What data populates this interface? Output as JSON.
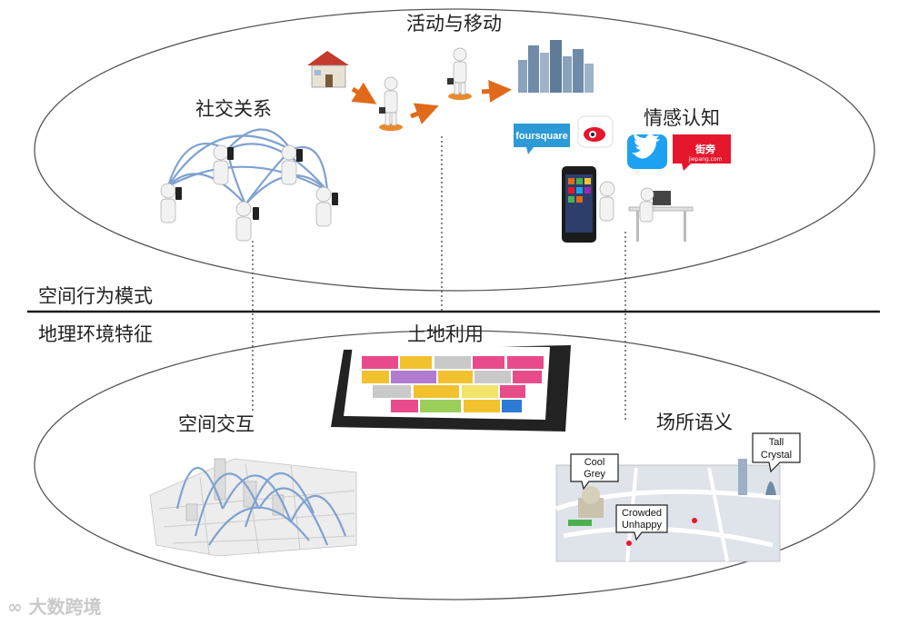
{
  "top_section": {
    "label": "空间行为模式",
    "nodes": {
      "activity": "活动与移动",
      "social": "社交关系",
      "emotion": "情感认知"
    }
  },
  "bottom_section": {
    "label": "地理环境特征",
    "nodes": {
      "landuse": "土地利用",
      "interaction": "空间交互",
      "semantics": "场所语义"
    }
  },
  "apps": {
    "foursquare": "foursquare",
    "jiepang": "街旁",
    "jiepang_url": "jiepang.com"
  },
  "bubbles": {
    "cool": [
      "Cool",
      "Grey"
    ],
    "tall": [
      "Tall",
      "Crystal"
    ],
    "crowded": [
      "Crowded",
      "Unhappy"
    ]
  },
  "watermark": "大数跨境",
  "colors": {
    "line": "#1c1c1c",
    "ellipse": "#555555",
    "arrow": "#e06a1a",
    "network": "#7fa2d0",
    "twitter": "#1da1f2",
    "weibo": "#e6162d",
    "foursquare": "#2c9ad6"
  }
}
